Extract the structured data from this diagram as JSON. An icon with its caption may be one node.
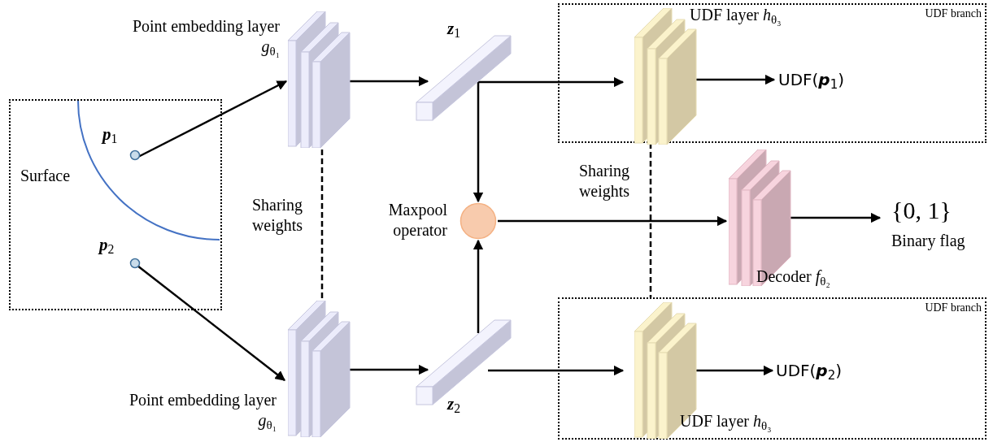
{
  "diagram": {
    "nodes": [
      {
        "text": [
          "Surface"
        ]
      },
      {
        "text": [
          "**p**$_{1}$"
        ],
        "in": 0
      },
      {
        "text": [
          "**p**$_{2}$"
        ],
        "in": 0
      },
      {
        "text": [
          "Point embedding layer *g*$_{θ₁}$"
        ]
      },
      {
        "text": [
          "Point embedding layer *g*$_{θ₁}$"
        ]
      },
      {
        "text": [
          "**z**$_{1}$"
        ]
      },
      {
        "text": [
          "**z**$_{2}$"
        ]
      },
      {
        "text": [
          "Maxpool operator"
        ]
      },
      {
        "text": [
          "UDF branch"
        ]
      },
      {
        "text": [
          "UDF layer *h*$_{θ₃}$"
        ],
        "in": 8
      },
      {
        "text": [
          "UDF(**p**$_{1}$)"
        ],
        "in": 8
      },
      {
        "text": [
          "UDF branch"
        ]
      },
      {
        "text": [
          "UDF layer *h*$_{θ₃}$"
        ],
        "in": 11
      },
      {
        "text": [
          "UDF(**p**$_{2}$)"
        ],
        "in": 11
      },
      {
        "text": [
          "Decoder *f*$_{θ₂}$"
        ]
      },
      {
        "text": [
          "{0, 1}"
        ],
        "beside": [
          "Binary flag"
        ]
      }
    ],
    "edges": [
      {
        "from": 1,
        "to": 3,
        "arrow": "to"
      },
      {
        "from": 2,
        "to": 4,
        "arrow": "to"
      },
      {
        "from": 3,
        "to": 5,
        "arrow": "to"
      },
      {
        "from": 4,
        "to": 6,
        "arrow": "to"
      },
      {
        "from": 5,
        "to": 9,
        "arrow": "to"
      },
      {
        "from": 5,
        "to": 7,
        "arrow": "to"
      },
      {
        "from": 6,
        "to": 7,
        "arrow": "to"
      },
      {
        "from": 6,
        "to": 12,
        "arrow": "to"
      },
      {
        "from": 7,
        "to": 14,
        "arrow": "to"
      },
      {
        "from": 14,
        "to": 15,
        "arrow": "to"
      },
      {
        "from": 9,
        "to": 10,
        "arrow": "to"
      },
      {
        "from": 12,
        "to": 13,
        "arrow": "to"
      },
      {
        "from": 3,
        "to": 4,
        "arrow": "none",
        "style": "dashed",
        "label": "Sharing weights"
      },
      {
        "from": 9,
        "to": 12,
        "arrow": "none",
        "style": "dashed",
        "label": "Sharing weights"
      }
    ]
  }
}
